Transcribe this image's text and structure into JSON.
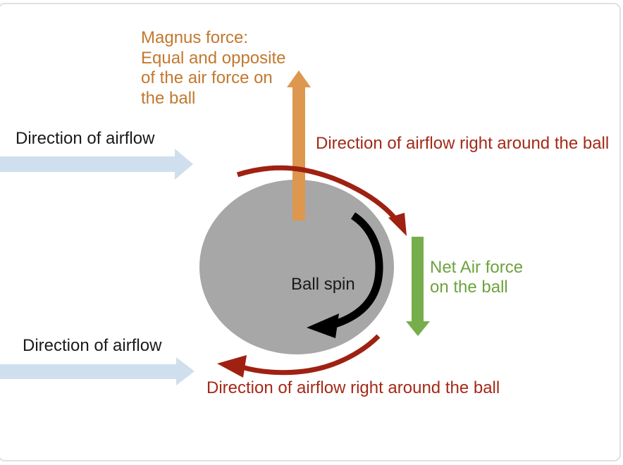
{
  "diagram": {
    "magnus_label": "Magnus force:\nEqual and opposite\nof the air force on\nthe ball",
    "airflow_top_label": "Direction of airflow",
    "airflow_bottom_label": "Direction of airflow",
    "around_top_label": "Direction of airflow right around the ball",
    "around_bottom_label": "Direction of airflow right around the ball",
    "net_air_label": "Net Air force\non the ball",
    "ball_spin_label": "Ball spin"
  },
  "colors": {
    "orange_arrow": "#dd974e",
    "orange_text": "#c2782f",
    "red_arc": "#9e2112",
    "red_text": "#a32a18",
    "green_arrow": "#76ae4c",
    "green_text": "#6da33f",
    "airflow_blue": "#cfdfee",
    "ball_gray": "#a7a7a7",
    "spin_black": "#000000",
    "border_gray": "#e0e0e0"
  }
}
